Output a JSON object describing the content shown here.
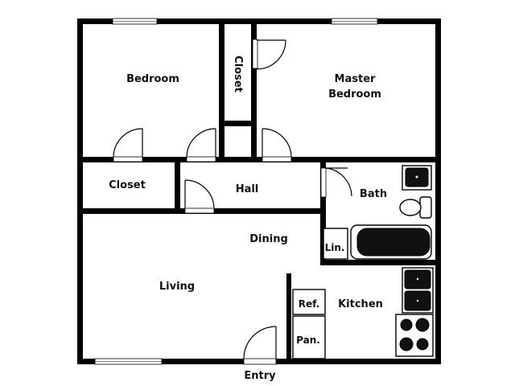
{
  "floorplan": {
    "rooms": {
      "bedroom": "Bedroom",
      "closet_vertical": "Closet",
      "master_line1": "Master",
      "master_line2": "Bedroom",
      "closet_hall": "Closet",
      "hall": "Hall",
      "bath": "Bath",
      "linen": "Lin.",
      "dining": "Dining",
      "living": "Living",
      "refrigerator": "Ref.",
      "pantry": "Pan.",
      "kitchen": "Kitchen",
      "entry": "Entry"
    },
    "colors": {
      "wall": "#000000",
      "background": "#ffffff",
      "fixture_fill": "#111111"
    }
  }
}
